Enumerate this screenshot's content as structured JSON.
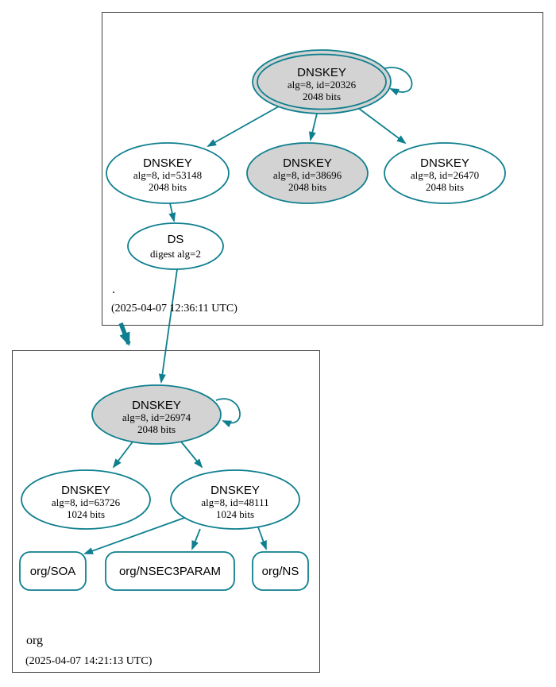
{
  "diagram_type": "dnssec-authentication-chain",
  "colors": {
    "edge_teal": "#0e7f8e",
    "node_fill_gray": "#d3d3d3",
    "node_fill_white": "#ffffff",
    "box_border": "#3f3f3f",
    "text_color": "#000000"
  },
  "zones": [
    {
      "label": ".",
      "timestamp": "(2025-04-07 12:36:11 UTC)",
      "nodes": [
        {
          "title": "DNSKEY",
          "detail": "alg=8, id=20326",
          "size": "2048 bits",
          "style": "double-outline, gray, self-signed"
        },
        {
          "title": "DNSKEY",
          "detail": "alg=8, id=53148",
          "size": "2048 bits",
          "style": "white"
        },
        {
          "title": "DNSKEY",
          "detail": "alg=8, id=38696",
          "size": "2048 bits",
          "style": "gray"
        },
        {
          "title": "DNSKEY",
          "detail": "alg=8, id=26470",
          "size": "2048 bits",
          "style": "white"
        },
        {
          "title": "DS",
          "detail": "digest alg=2",
          "style": "white"
        }
      ]
    },
    {
      "label": "org",
      "timestamp": "(2025-04-07 14:21:13 UTC)",
      "nodes": [
        {
          "title": "DNSKEY",
          "detail": "alg=8, id=26974",
          "size": "2048 bits",
          "style": "gray, self-signed"
        },
        {
          "title": "DNSKEY",
          "detail": "alg=8, id=63726",
          "size": "1024 bits",
          "style": "white"
        },
        {
          "title": "DNSKEY",
          "detail": "alg=8, id=48111",
          "size": "1024 bits",
          "style": "white"
        }
      ],
      "rrsets": [
        {
          "label": "org/SOA"
        },
        {
          "label": "org/NSEC3PARAM"
        },
        {
          "label": "org/NS"
        }
      ]
    }
  ]
}
